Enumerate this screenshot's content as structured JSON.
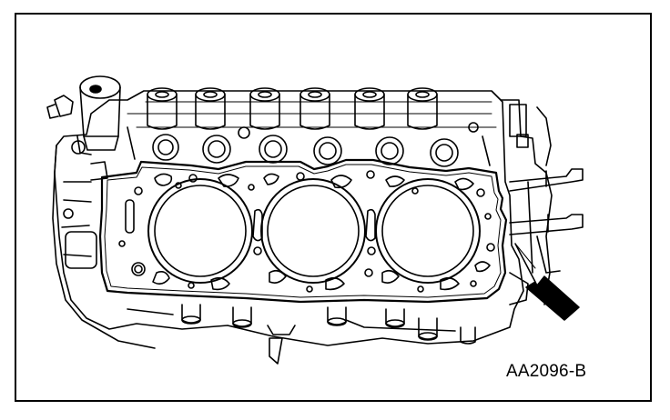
{
  "figure": {
    "id_label": "AA2096-B",
    "subject": "cylinder-head-gasket-on-engine-block",
    "cylinder_bore_count": 3
  },
  "colors": {
    "line": "#000000",
    "background": "#ffffff"
  },
  "icons": {
    "pointer": "arrow-pointing-up-left"
  }
}
